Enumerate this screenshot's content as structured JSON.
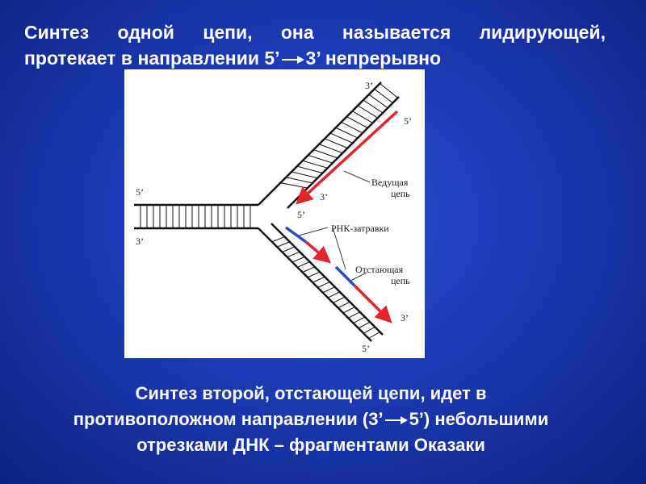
{
  "title": {
    "line1_words": [
      "Синтез",
      "одной",
      "цепи,",
      "она",
      "называется",
      "лидирующей,"
    ],
    "line2_before": "протекает в направлении 5’",
    "line2_after": "3’ непрерывно"
  },
  "diagram": {
    "left_top_end": "5’",
    "left_bottom_end": "3’",
    "upper_arm_end": "3’",
    "leading_start": "5’",
    "leading_end": "3’",
    "leading_label_line1": "Ведущая",
    "leading_label_line2": "цепь",
    "lower_arm_start": "5’",
    "primers_label": "РНК-затравки",
    "lagging_label_line1": "Отстающая",
    "lagging_label_line2": "цепь",
    "lagging_end": "3’",
    "lower_arm_end": "5’",
    "colors": {
      "strand": "#111111",
      "leading": "#e3242b",
      "primer": "#2b4bd1",
      "leader_line": "#444444"
    }
  },
  "caption": {
    "line1": "Синтез второй, отстающей цепи, идет в",
    "line2_before": "противоположном направлении (3’",
    "line2_after": "5’) небольшими",
    "line3": "отрезками ДНК – фрагментами Оказаки"
  }
}
